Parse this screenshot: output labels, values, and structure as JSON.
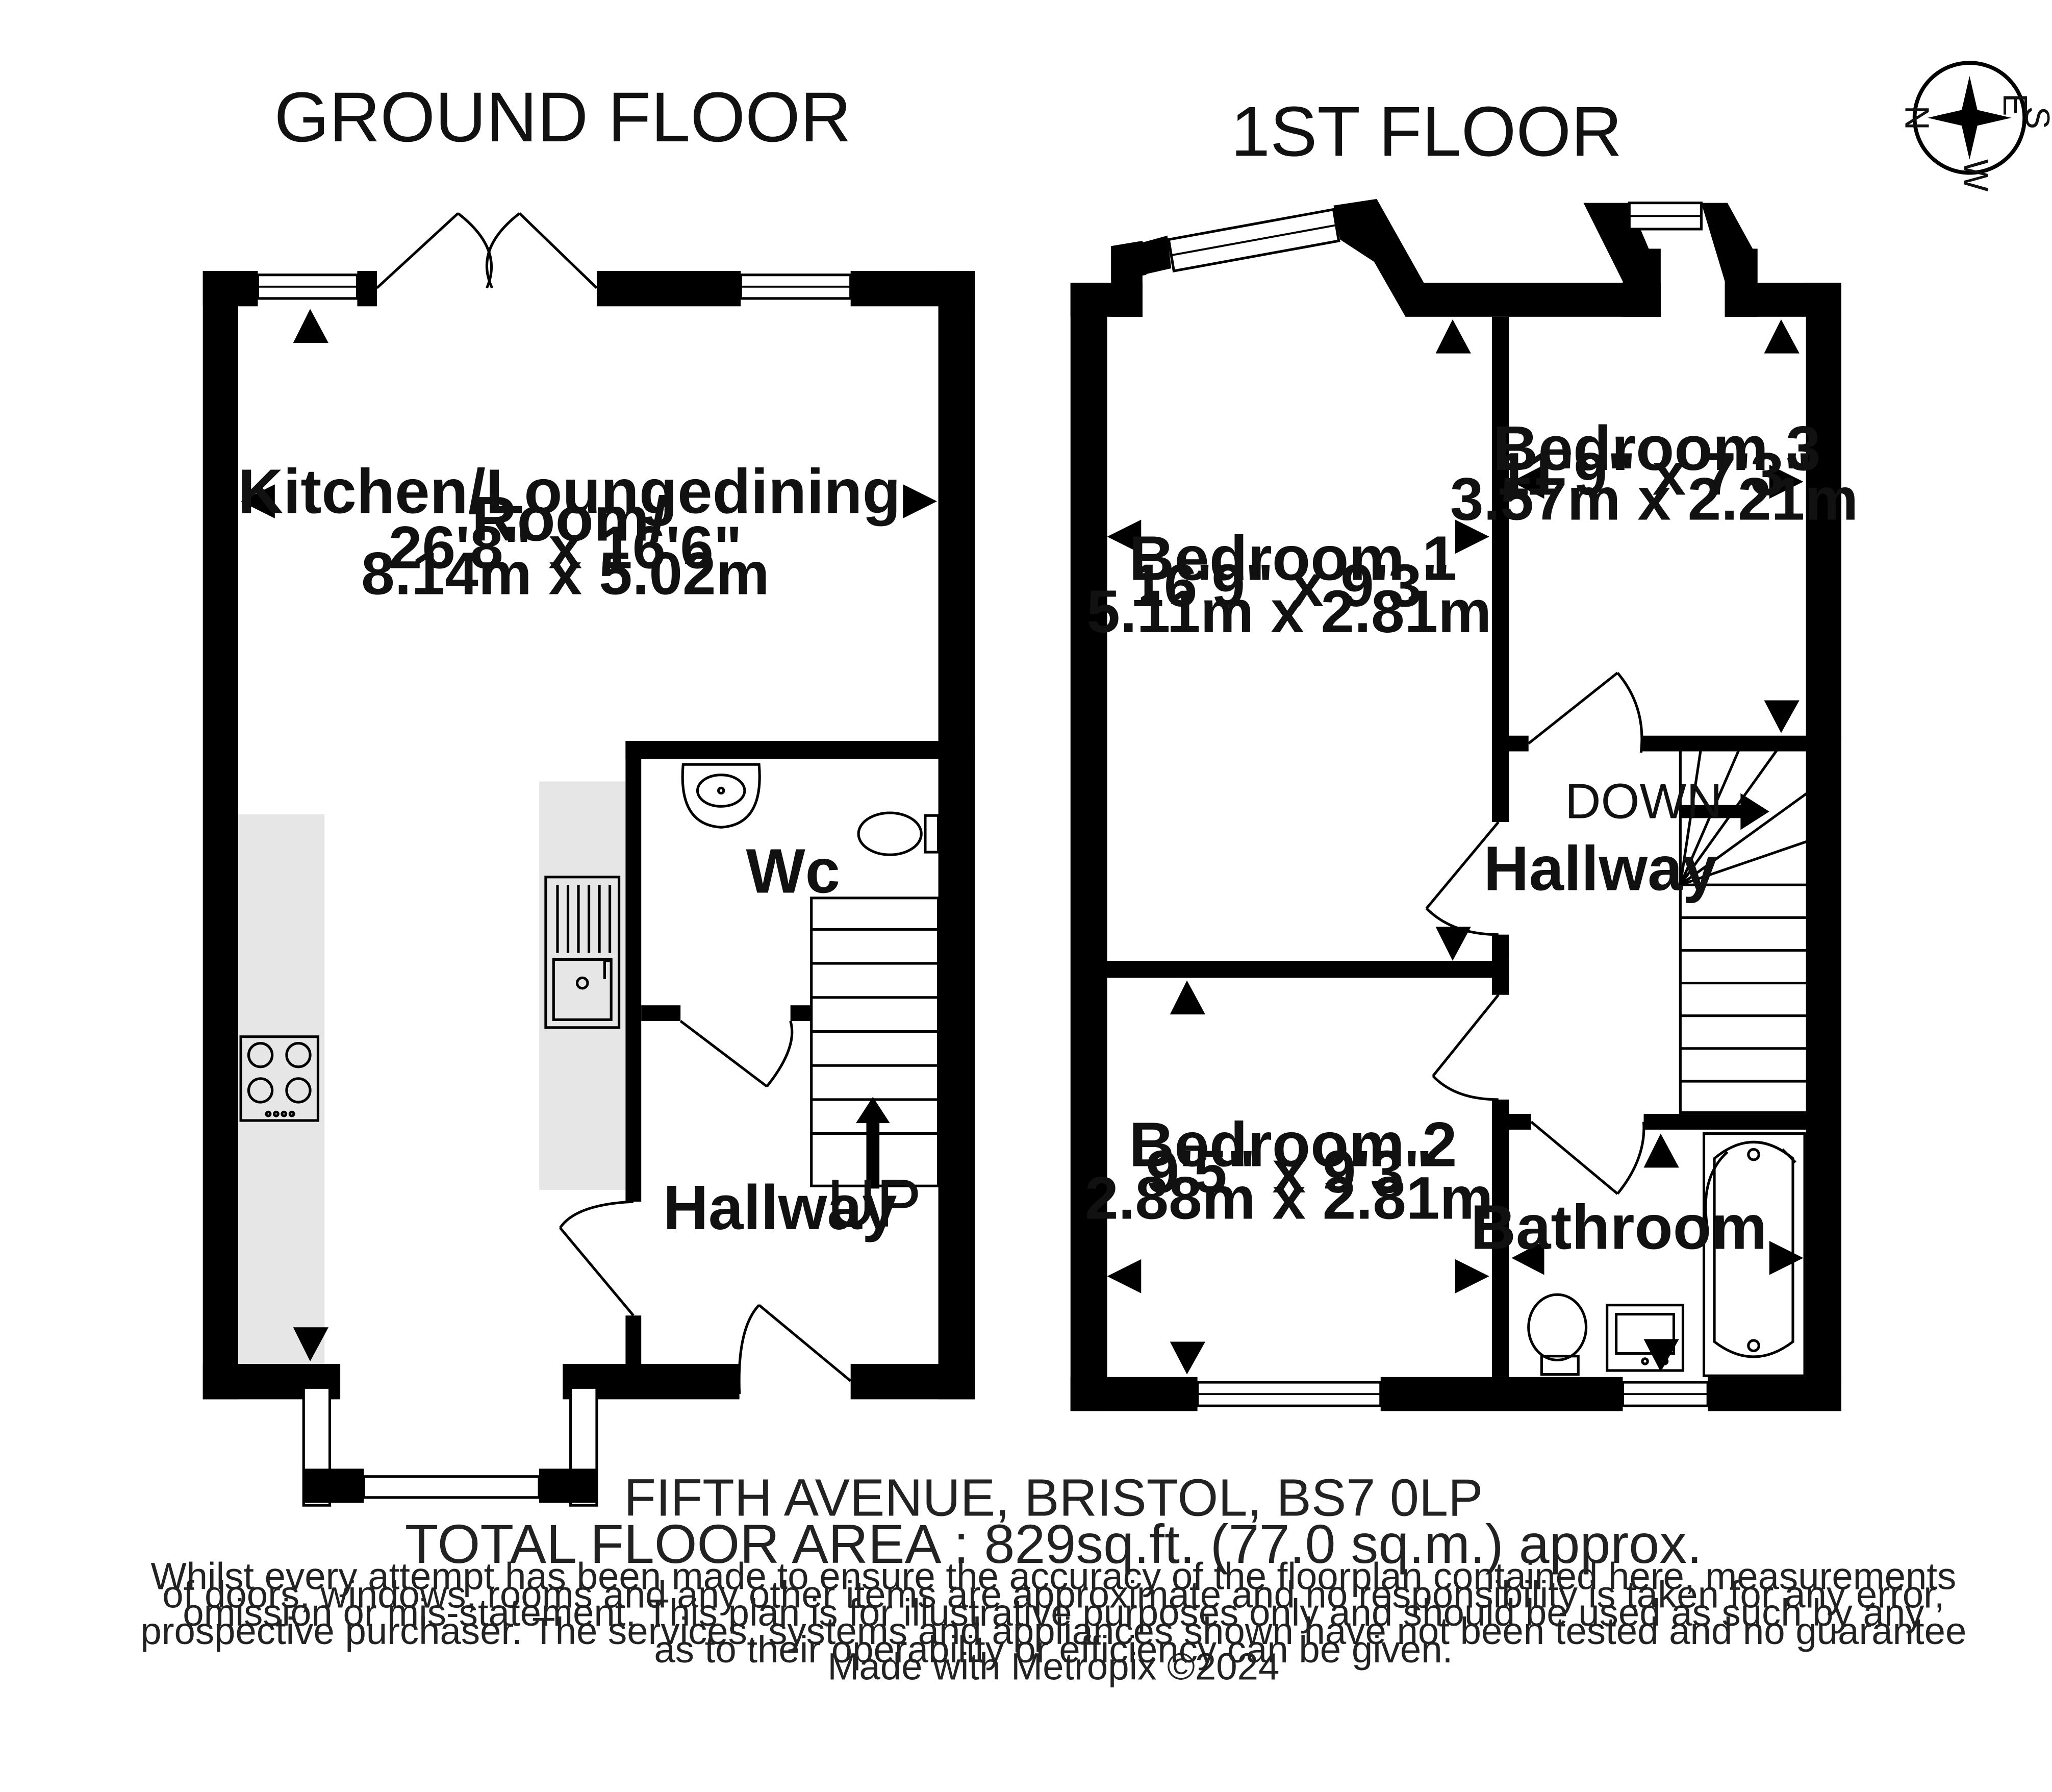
{
  "floors": {
    "ground": {
      "title": "GROUND FLOOR",
      "rooms": {
        "kitchen": {
          "name_line1": "Kitchen/Loungedining",
          "name_line2": "Room/",
          "imperial": "26'8\"  x 16'6\"",
          "metric": "8.14m  x 5.02m"
        },
        "wc": {
          "name": "Wc"
        },
        "hallway": {
          "name": "Hallway",
          "stairs_label": "UP"
        }
      }
    },
    "first": {
      "title": "1ST FLOOR",
      "rooms": {
        "bedroom1": {
          "name": "Bedroom 1",
          "imperial": "16'9\"  x 9'3\"",
          "metric": "5.11m  x 2.81m"
        },
        "bedroom2": {
          "name": "Bedroom 2",
          "imperial": "9'5\"  x 9'3\"",
          "metric": "2.88m  x 2.81m"
        },
        "bedroom3": {
          "name": "Bedroom 3",
          "imperial": "11'9\"  x 7'3\"",
          "metric": "3.57m  x 2.21m"
        },
        "hallway": {
          "name": "Hallway",
          "stairs_label": "DOWN"
        },
        "bathroom": {
          "name": "Bathroom"
        }
      }
    }
  },
  "compass": {
    "n": "N",
    "e": "E",
    "s": "S",
    "w": "W"
  },
  "footer": {
    "address": "FIFTH AVENUE,  BRISTOL,  BS7 0LP",
    "total_area": "TOTAL FLOOR AREA : 829sq.ft. (77.0 sq.m.) approx.",
    "disclaimer": [
      "Whilst every attempt has been made to ensure the accuracy of the floorplan contained here, measurements",
      "of doors, windows, rooms and any other items are approximate and no responsibility is taken for any error,",
      "omission or mis-statement. This plan is for illustrative purposes only and should be used as such by any",
      "prospective purchaser. The services, systems and appliances shown have not been tested and no guarantee",
      "as to their operability or efficiency can be given."
    ],
    "credit": "Made with Metropix ©2024"
  },
  "colors": {
    "wall": "#000000",
    "counter": "#e6e6e6",
    "background": "#ffffff"
  }
}
